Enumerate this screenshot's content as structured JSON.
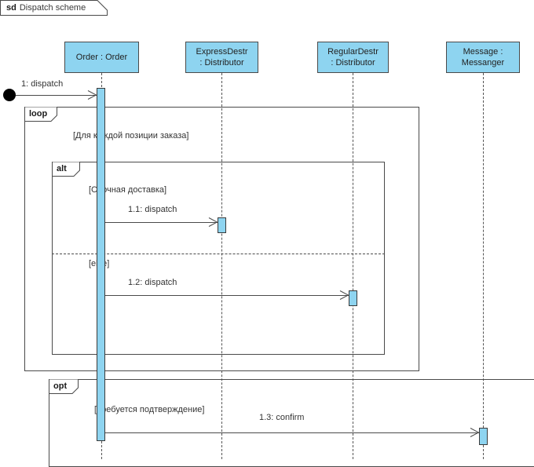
{
  "frame": {
    "keyword": "sd",
    "name": "Dispatch scheme"
  },
  "lifelines": [
    {
      "id": "order",
      "label_line1": "Order : Order",
      "label_line2": ""
    },
    {
      "id": "expressdestr",
      "label_line1": "ExpressDestr",
      "label_line2": ": Distributor"
    },
    {
      "id": "regulardestr",
      "label_line1": "RegularDestr",
      "label_line2": ": Distributor"
    },
    {
      "id": "messenger",
      "label_line1": "Message :",
      "label_line2": "Messanger"
    }
  ],
  "messages": [
    {
      "id": "m1",
      "label": "1: dispatch",
      "from": "start-node",
      "to": "order"
    },
    {
      "id": "m11",
      "label": "1.1: dispatch",
      "from": "order",
      "to": "expressdestr"
    },
    {
      "id": "m12",
      "label": "1.2: dispatch",
      "from": "order",
      "to": "regulardestr"
    },
    {
      "id": "m13",
      "label": "1.3: confirm",
      "from": "order",
      "to": "messenger"
    }
  ],
  "fragments": [
    {
      "id": "loop",
      "operator": "loop",
      "guards": [
        "[Для каждой позиции заказа]"
      ]
    },
    {
      "id": "alt",
      "operator": "alt",
      "guards": [
        "[Срочная доставка]",
        "[else]"
      ]
    },
    {
      "id": "opt",
      "operator": "opt",
      "guards": [
        "[Требуется подтверждение]"
      ]
    }
  ],
  "colors": {
    "lifeline_fill": "#8ed4f0",
    "line": "#4a4a4a",
    "text": "#333333",
    "background": "#ffffff"
  }
}
